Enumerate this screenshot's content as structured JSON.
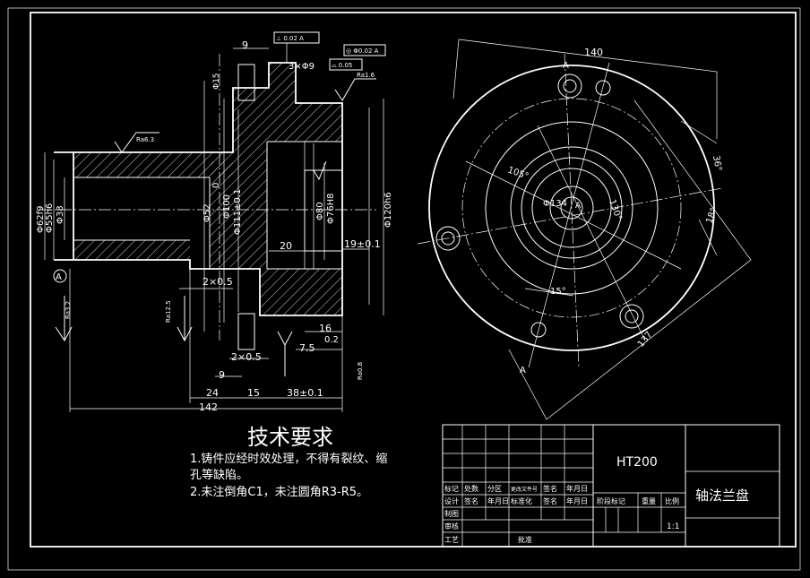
{
  "tech_req": {
    "title": "技术要求",
    "line1": "1.铸件应经时效处理，不得有裂纹、缩",
    "line2": "孔等缺陷。",
    "line3": "2.未注倒角C1，未注圆角R3-R5。"
  },
  "title_block": {
    "material": "HT200",
    "part_name": "轴法兰盘",
    "scale": "1:1",
    "labels": {
      "mark": "标记",
      "count": "处数",
      "zone": "分区",
      "doc_no": "更改文件号",
      "sign": "签名",
      "date": "年月日",
      "design": "设计",
      "std": "标准化",
      "stage": "阶段标记",
      "weight": "重量",
      "ratio": "比例",
      "draw": "制图",
      "check": "审核",
      "process": "工艺",
      "approve": "批准"
    }
  },
  "dims_left": {
    "d9": "9",
    "d3x9": "3×Φ9",
    "d15": "Φ15",
    "d20": "20",
    "d19": "19±0.1",
    "d2x05": "2×0.5",
    "d2x05b": "2×0.5",
    "d16": "16",
    "d75": "7.5",
    "d02": "0.2",
    "d24": "24",
    "d15b": "15",
    "d38": "38±0.1",
    "d142": "142",
    "d9b": "9",
    "phi62": "Φ62f9",
    "phi55": "Φ55h6",
    "phi38": "Φ38",
    "phi52": "Φ52",
    "phi100": "Φ100",
    "phi111": "Φ111±0.1",
    "phi80": "Φ80",
    "phi76": "Φ76H8",
    "phi120": "Φ120h6",
    "zero": "0",
    "datum_a": "A",
    "rough1": "Ra6.3",
    "rough2": "Ra1.6",
    "rough3": "Ra3.2",
    "rough4": "Ra12.5",
    "rough5": "Ra0.8",
    "tol1": "⊥ 0.02 A",
    "tol2": "◎ Φ0.02 A",
    "tol3": "⌓ 0.05"
  },
  "dims_right": {
    "d140": "140",
    "a_top": "A",
    "a_bottom": "A",
    "a_center": "A",
    "d105": "105°",
    "d130": "130°",
    "d36": "36°",
    "d18": "18°",
    "phi134": "Φ134",
    "d15deg": "15°",
    "d137": "137"
  }
}
